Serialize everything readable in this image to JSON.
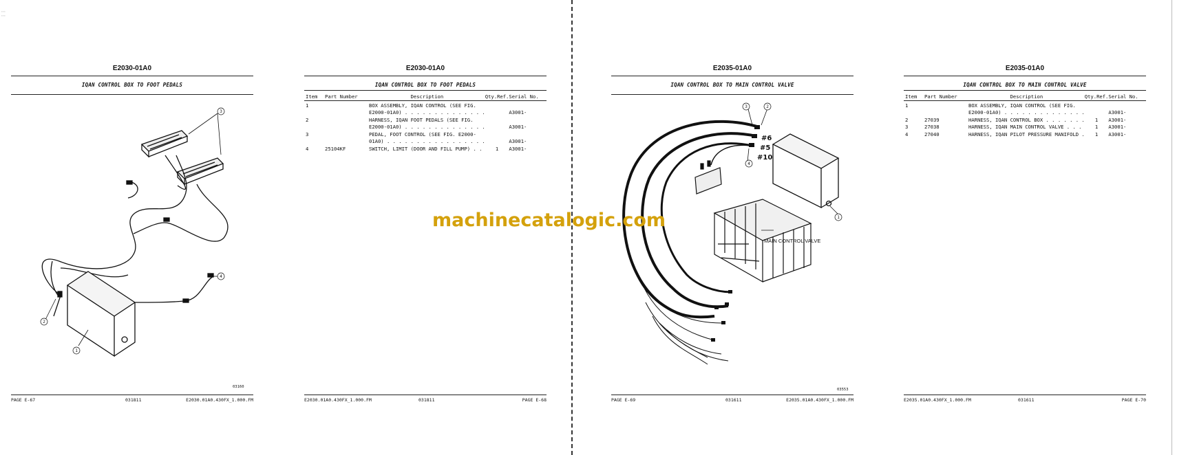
{
  "corner_mark": "⋮⋮",
  "watermark": "machinecatalogic.com",
  "page1": {
    "title": "E2030-01A0",
    "subtitle": "IQAN CONTROL BOX TO FOOT PEDALS",
    "fig_no": "03160",
    "callouts": [
      "1",
      "2",
      "3",
      "4"
    ],
    "footer": {
      "left": "PAGE E-67",
      "center": "031811",
      "right": "E2030.01A0.430FX_1.000.FM"
    }
  },
  "page2": {
    "title": "E2030-01A0",
    "subtitle": "IQAN CONTROL BOX TO FOOT PEDALS",
    "columns": [
      "Item",
      "Part Number",
      "Description",
      "Qty.",
      "Ref.",
      "Serial No."
    ],
    "rows": [
      {
        "item": "1",
        "part": "",
        "desc": "BOX ASSEMBLY, IQAN CONTROL (SEE FIG.",
        "qty": "",
        "ref": "",
        "serial": ""
      },
      {
        "item": "",
        "part": "",
        "desc": "E2000-01A0) . . . . . . . . . . . . . .",
        "qty": "",
        "ref": "",
        "serial": "A3001-"
      },
      {
        "item": "2",
        "part": "",
        "desc": "HARNESS, IQAN FOOT PEDALS (SEE FIG.",
        "qty": "",
        "ref": "",
        "serial": ""
      },
      {
        "item": "",
        "part": "",
        "desc": "E2000-01A0) . . . . . . . . . . . . . .",
        "qty": "",
        "ref": "",
        "serial": "A3001-"
      },
      {
        "item": "3",
        "part": "",
        "desc": "PEDAL, FOOT CONTROL (SEE FIG. E2000-",
        "qty": "",
        "ref": "",
        "serial": ""
      },
      {
        "item": "",
        "part": "",
        "desc": "01A0) . . . . . . . . . . . . . . . . .",
        "qty": "",
        "ref": "",
        "serial": "A3001-"
      },
      {
        "item": "4",
        "part": "25104KF",
        "desc": "SWITCH, LIMIT (DOOR AND FILL PUMP)  . .",
        "qty": "1",
        "ref": "",
        "serial": "A3001-"
      }
    ],
    "footer": {
      "left": "E2030.01A0.430FX_1.000.FM",
      "center": "031811",
      "right": "PAGE E-68"
    }
  },
  "page3": {
    "title": "E2035-01A0",
    "subtitle": "IQAN CONTROL BOX TO MAIN CONTROL VALVE",
    "fig_no": "03553",
    "callouts": [
      "1",
      "2",
      "3",
      "4"
    ],
    "port_labels": [
      "#6",
      "#5",
      "#10"
    ],
    "valve_label": "MAIN CONTROL VALVE",
    "footer": {
      "left": "PAGE E-69",
      "center": "031611",
      "right": "E2035.01A0.430FX_1.000.FM"
    }
  },
  "page4": {
    "title": "E2035-01A0",
    "subtitle": "IQAN CONTROL BOX TO MAIN CONTROL VALVE",
    "columns": [
      "Item",
      "Part Number",
      "Description",
      "Qty.",
      "Ref.",
      "Serial No."
    ],
    "rows": [
      {
        "item": "1",
        "part": "",
        "desc": "BOX ASSEMBLY, IQAN CONTROL (SEE FIG.",
        "qty": "",
        "ref": "",
        "serial": ""
      },
      {
        "item": "",
        "part": "",
        "desc": "E2000-01A0) . . . . . . . . . . . . . .",
        "qty": "",
        "ref": "",
        "serial": "A3001-"
      },
      {
        "item": "2",
        "part": "27039",
        "desc": "HARNESS, IQAN CONTROL BOX . . . . . . .",
        "qty": "1",
        "ref": "",
        "serial": "A3001-"
      },
      {
        "item": "3",
        "part": "27038",
        "desc": "HARNESS, IQAN MAIN CONTROL VALVE  . . .",
        "qty": "1",
        "ref": "",
        "serial": "A3001-"
      },
      {
        "item": "4",
        "part": "27040",
        "desc": "HARNESS, IQAN PILOT PRESSURE MANIFOLD .",
        "qty": "1",
        "ref": "",
        "serial": "A3001-"
      }
    ],
    "footer": {
      "left": "E2035.01A0.430FX_1.000.FM",
      "center": "031611",
      "right": "PAGE E-70"
    }
  }
}
